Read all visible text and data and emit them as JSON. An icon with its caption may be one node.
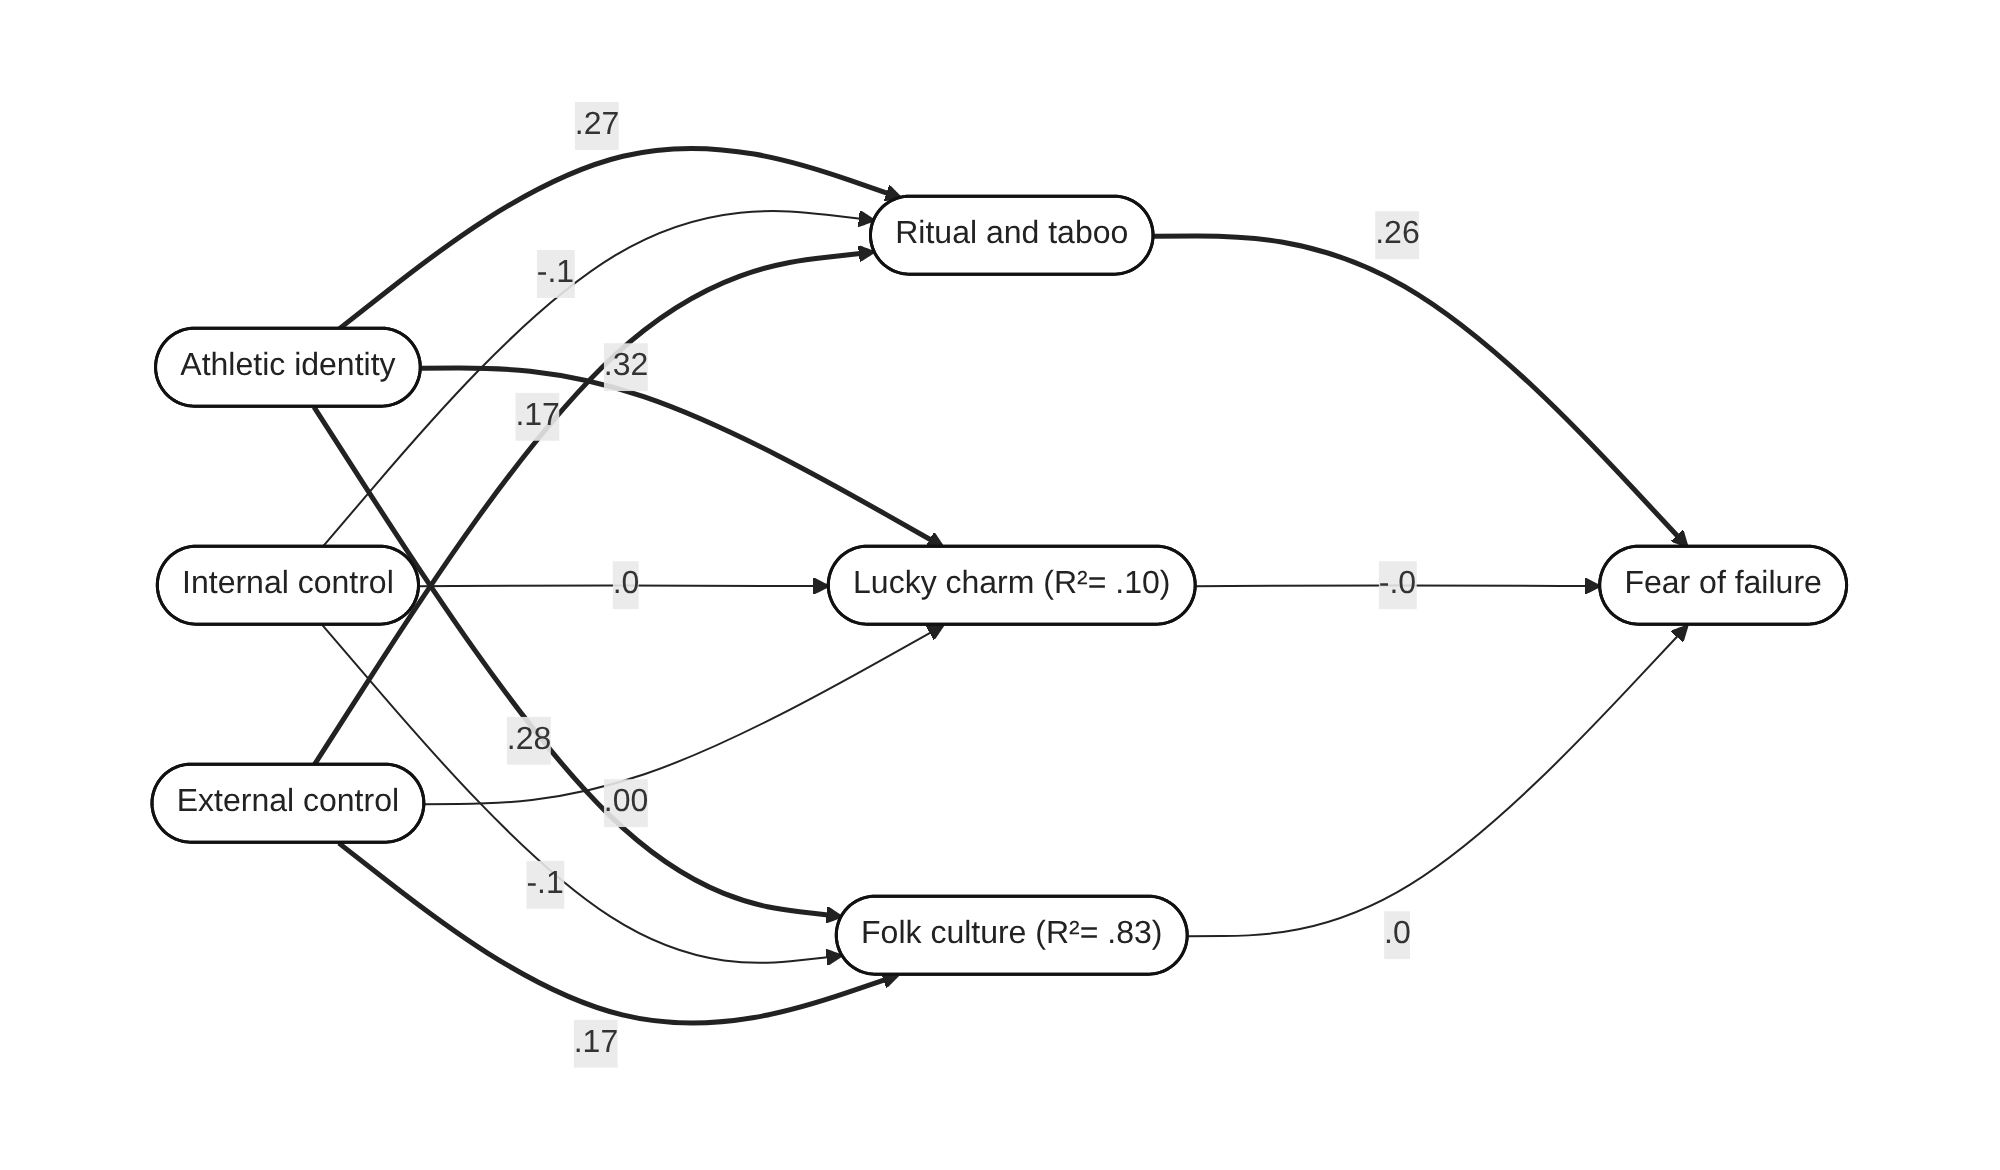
{
  "diagram": {
    "nodes": [
      {
        "text": [
          "Athletic identity"
        ]
      },
      {
        "text": [
          "Internal control"
        ]
      },
      {
        "text": [
          "External control"
        ]
      },
      {
        "text": [
          "Ritual and taboo"
        ]
      },
      {
        "text": [
          "Lucky charm (R²= .10)"
        ]
      },
      {
        "text": [
          "Folk culture (R²= .83)"
        ]
      },
      {
        "text": [
          "Fear of failure"
        ]
      }
    ],
    "edges": [
      {
        "from": 0,
        "to": 3,
        "arrow": "to",
        "label": ".27",
        "style": "thick"
      },
      {
        "from": 0,
        "to": 4,
        "arrow": "to",
        "label": ".32",
        "style": "thick"
      },
      {
        "from": 0,
        "to": 5,
        "arrow": "to",
        "label": ".28",
        "style": "thick"
      },
      {
        "from": 1,
        "to": 3,
        "arrow": "to",
        "label": "-.1"
      },
      {
        "from": 1,
        "to": 4,
        "arrow": "to",
        "label": ".0"
      },
      {
        "from": 1,
        "to": 5,
        "arrow": "to",
        "label": "-.1"
      },
      {
        "from": 2,
        "to": 3,
        "arrow": "to",
        "label": ".17",
        "style": "thick"
      },
      {
        "from": 2,
        "to": 4,
        "arrow": "to",
        "label": ".00"
      },
      {
        "from": 2,
        "to": 5,
        "arrow": "to",
        "label": ".17",
        "style": "thick"
      },
      {
        "from": 3,
        "to": 6,
        "arrow": "to",
        "label": ".26",
        "style": "thick"
      },
      {
        "from": 4,
        "to": 6,
        "arrow": "to",
        "label": "-.0"
      },
      {
        "from": 5,
        "to": 6,
        "arrow": "to",
        "label": ".0"
      }
    ]
  }
}
